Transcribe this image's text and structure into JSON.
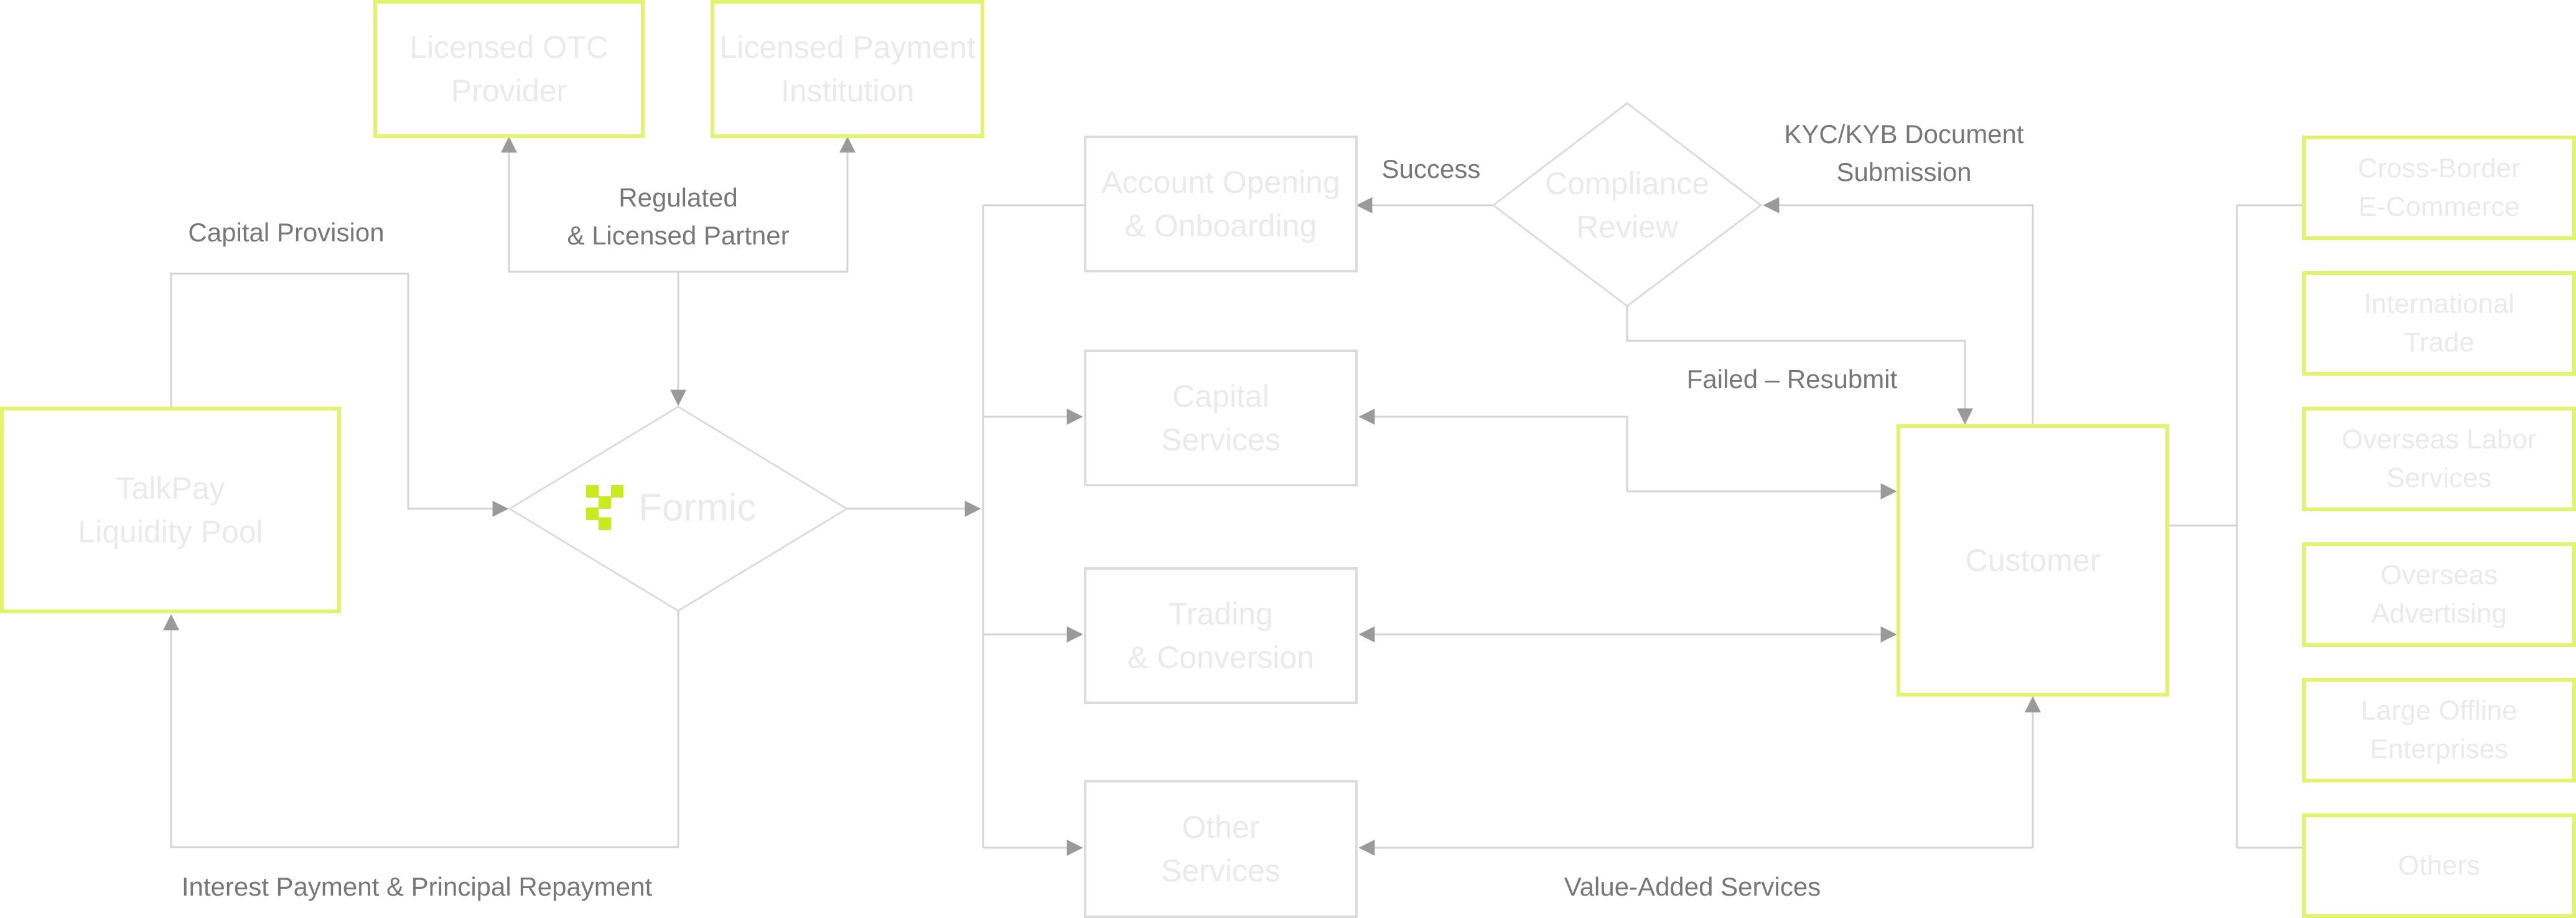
{
  "nodes": {
    "otc": "Licensed OTC\nProvider",
    "payment_institution": "Licensed Payment\nInstitution",
    "liquidity_pool": "TalkPay\nLiquidity Pool",
    "formic": "Formic",
    "account_opening": "Account Opening\n& Onboarding",
    "capital_services": "Capital\nServices",
    "trading": "Trading\n& Conversion",
    "other_services": "Other\nServices",
    "compliance": "Compliance\nReview",
    "customer": "Customer",
    "cross_border": "Cross-Border\nE-Commerce",
    "international_trade": "International\nTrade",
    "overseas_labor": "Overseas Labor\nServices",
    "overseas_advertising": "Overseas\nAdvertising",
    "large_offline": "Large Offline\nEnterprises",
    "others": "Others"
  },
  "labels": {
    "capital_provision": "Capital Provision",
    "regulated_partner": "Regulated\n& Licensed Partner",
    "interest_repayment": "Interest Payment & Principal Repayment",
    "success": "Success",
    "kyc_submission": "KYC/KYB Document\nSubmission",
    "failed_resubmit": "Failed – Resubmit",
    "value_added": "Value-Added Services"
  },
  "colors": {
    "accent": "#e2f56a",
    "logo": "#c9ea1c",
    "connector": "#d4d4d4",
    "arrowhead": "#9a9a9a",
    "label_text": "#777777",
    "node_text": "#eaeaea"
  }
}
